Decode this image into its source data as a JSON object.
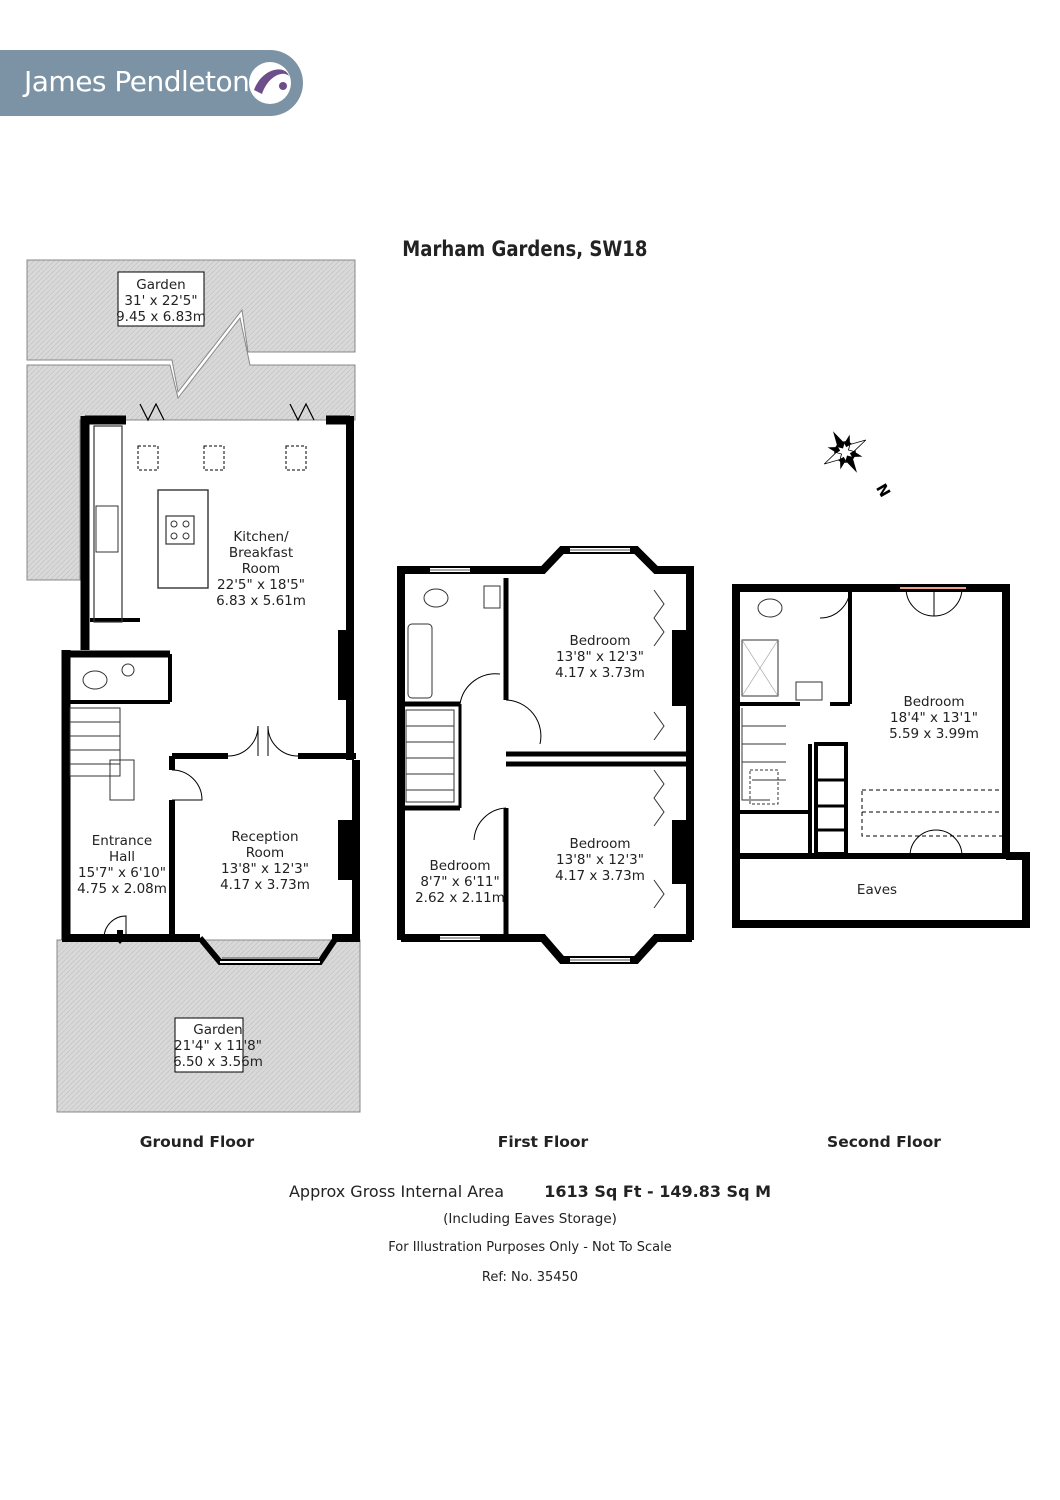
{
  "brand": {
    "name": "James Pendleton",
    "color": "#7b93a4"
  },
  "title": "Marham Gardens, SW18",
  "rooms": {
    "garden_rear": {
      "name": "Garden",
      "imperial": "31' x 22'5\"",
      "metric": "9.45 x 6.83m"
    },
    "kitchen": {
      "name_line1": "Kitchen/",
      "name_line2": "Breakfast",
      "name_line3": "Room",
      "imperial": "22'5\" x 18'5\"",
      "metric": "6.83 x 5.61m"
    },
    "entrance": {
      "name_line1": "Entrance",
      "name_line2": "Hall",
      "imperial": "15'7\" x 6'10\"",
      "metric": "4.75 x 2.08m"
    },
    "reception": {
      "name_line1": "Reception",
      "name_line2": "Room",
      "imperial": "13'8\" x 12'3\"",
      "metric": "4.17 x 3.73m"
    },
    "garden_front": {
      "name": "Garden",
      "imperial": "21'4\" x 11'8\"",
      "metric": "6.50 x 3.56m"
    },
    "ff_bedroom_rear": {
      "name": "Bedroom",
      "imperial": "13'8\" x 12'3\"",
      "metric": "4.17 x 3.73m"
    },
    "ff_bedroom_front": {
      "name": "Bedroom",
      "imperial": "13'8\" x 12'3\"",
      "metric": "4.17 x 3.73m"
    },
    "ff_bedroom_small": {
      "name": "Bedroom",
      "imperial": "8'7\" x 6'11\"",
      "metric": "2.62 x 2.11m"
    },
    "sf_bedroom": {
      "name": "Bedroom",
      "imperial": "18'4\" x 13'1\"",
      "metric": "5.59 x 3.99m"
    },
    "eaves": {
      "name": "Eaves"
    }
  },
  "compass": {
    "label": "N"
  },
  "floors": {
    "ground": "Ground Floor",
    "first": "First Floor",
    "second": "Second Floor"
  },
  "footer": {
    "area_label": "Approx Gross Internal Area",
    "area_value": "1613 Sq Ft  -  149.83 Sq M",
    "note1": "(Including Eaves Storage)",
    "note2": "For Illustration Purposes Only - Not To Scale",
    "ref": "Ref: No. 35450"
  }
}
